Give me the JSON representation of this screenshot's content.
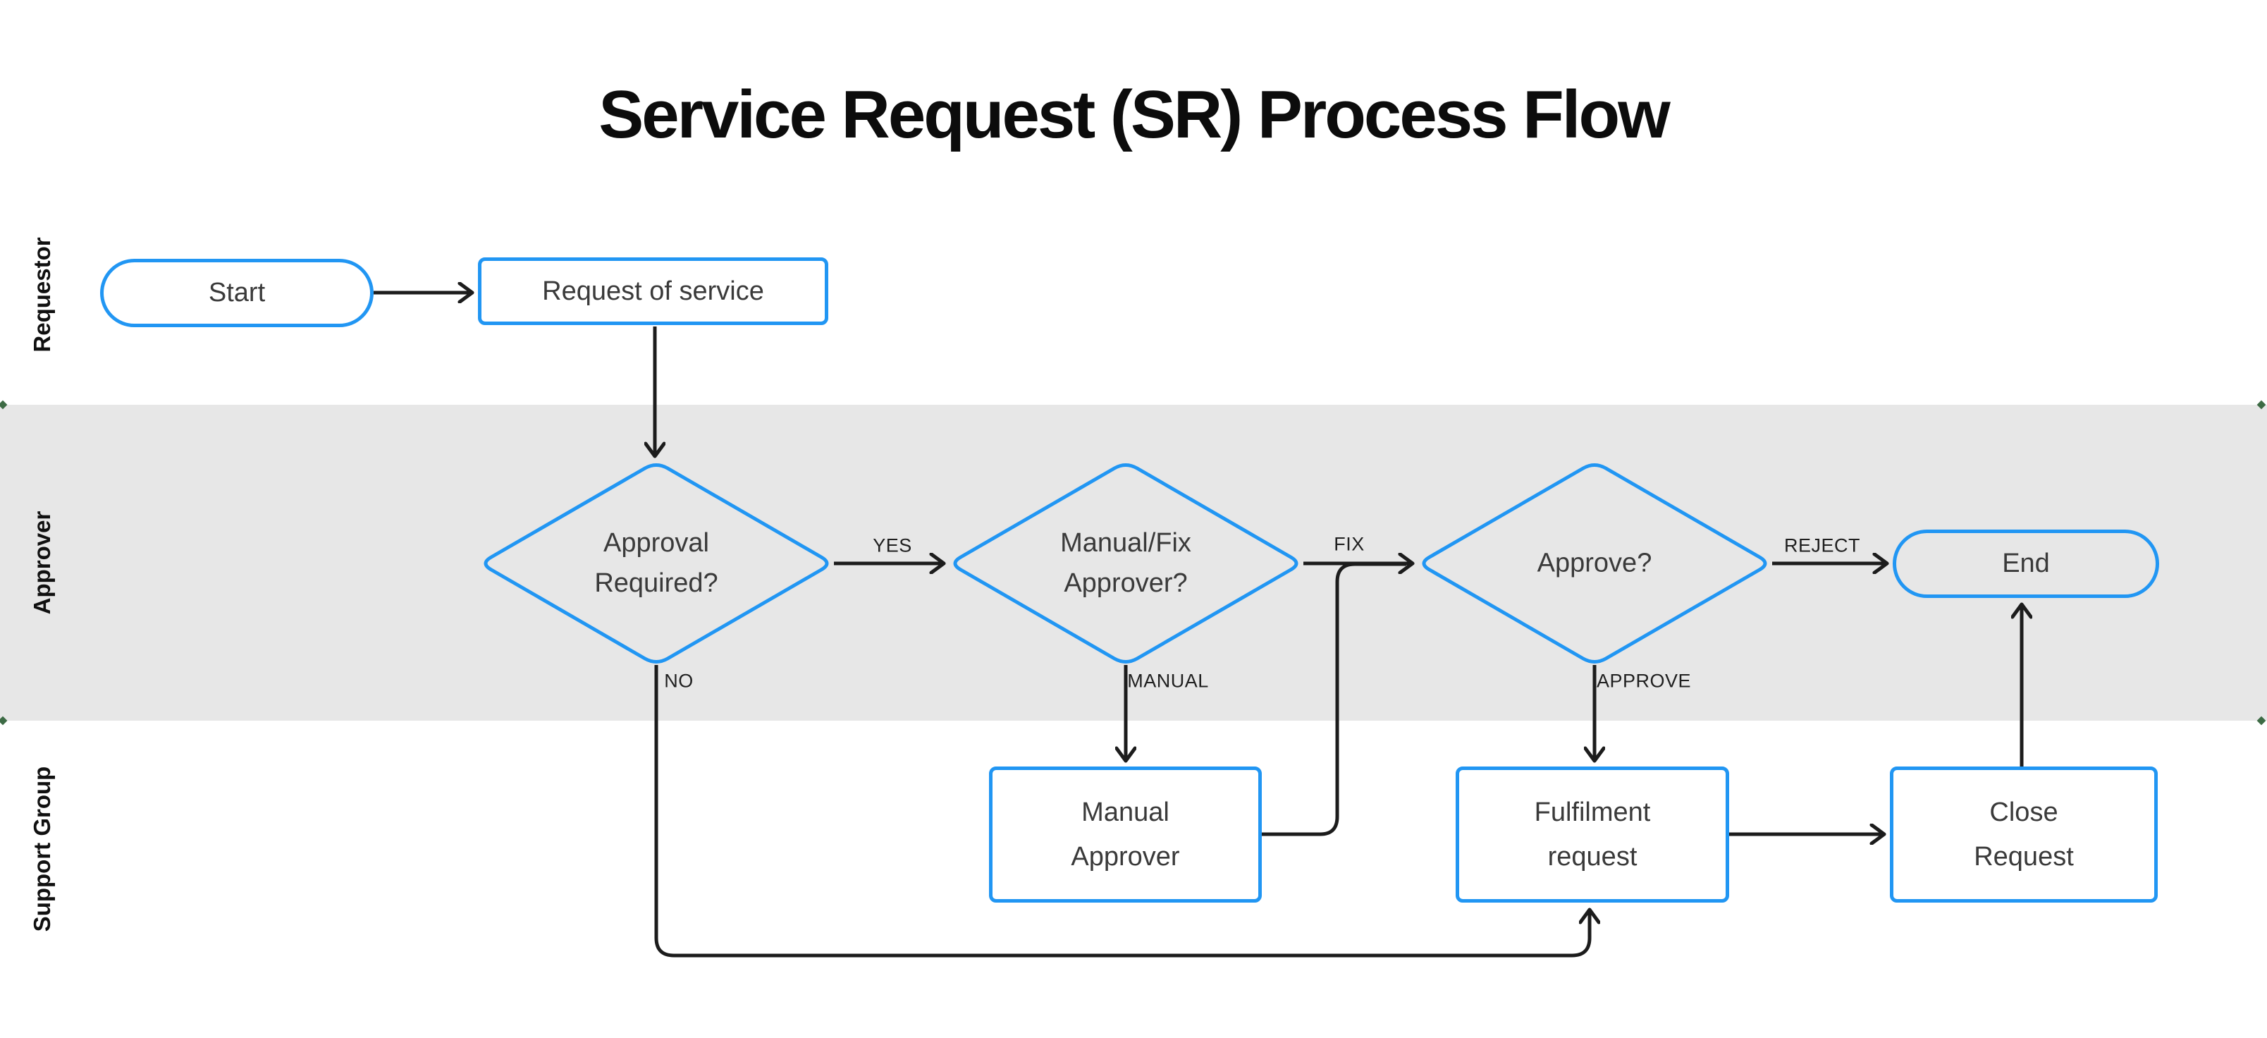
{
  "title": "Service Request (SR) Process Flow",
  "lanes": [
    {
      "label": "Requestor"
    },
    {
      "label": "Approver"
    },
    {
      "label": "Support Group"
    }
  ],
  "nodes": {
    "start": {
      "label": "Start",
      "type": "terminator"
    },
    "request_of_service": {
      "label": "Request of service",
      "type": "process"
    },
    "approval_required": {
      "label": "Approval Required?",
      "type": "decision"
    },
    "manual_fix_approver": {
      "label": "Manual/Fix Approver?",
      "type": "decision"
    },
    "approve": {
      "label": "Approve?",
      "type": "decision"
    },
    "end": {
      "label": "End",
      "type": "terminator"
    },
    "manual_approver": {
      "label": "Manual Approver",
      "type": "process"
    },
    "fulfilment_request": {
      "label": "Fulfilment request",
      "type": "process"
    },
    "close_request": {
      "label": "Close Request",
      "type": "process"
    }
  },
  "edge_labels": {
    "yes": "YES",
    "fix": "FIX",
    "reject": "REJECT",
    "no": "NO",
    "manual": "MANUAL",
    "approve": "APPROVE"
  },
  "colors": {
    "shape_stroke": "#2196f3",
    "edge_line": "#1c1c1c",
    "lane_band": "#e7e7e7",
    "node_text": "#3a3a3a",
    "title_text": "#0c0c0c",
    "lane_handle_green": "#3d6b45"
  }
}
